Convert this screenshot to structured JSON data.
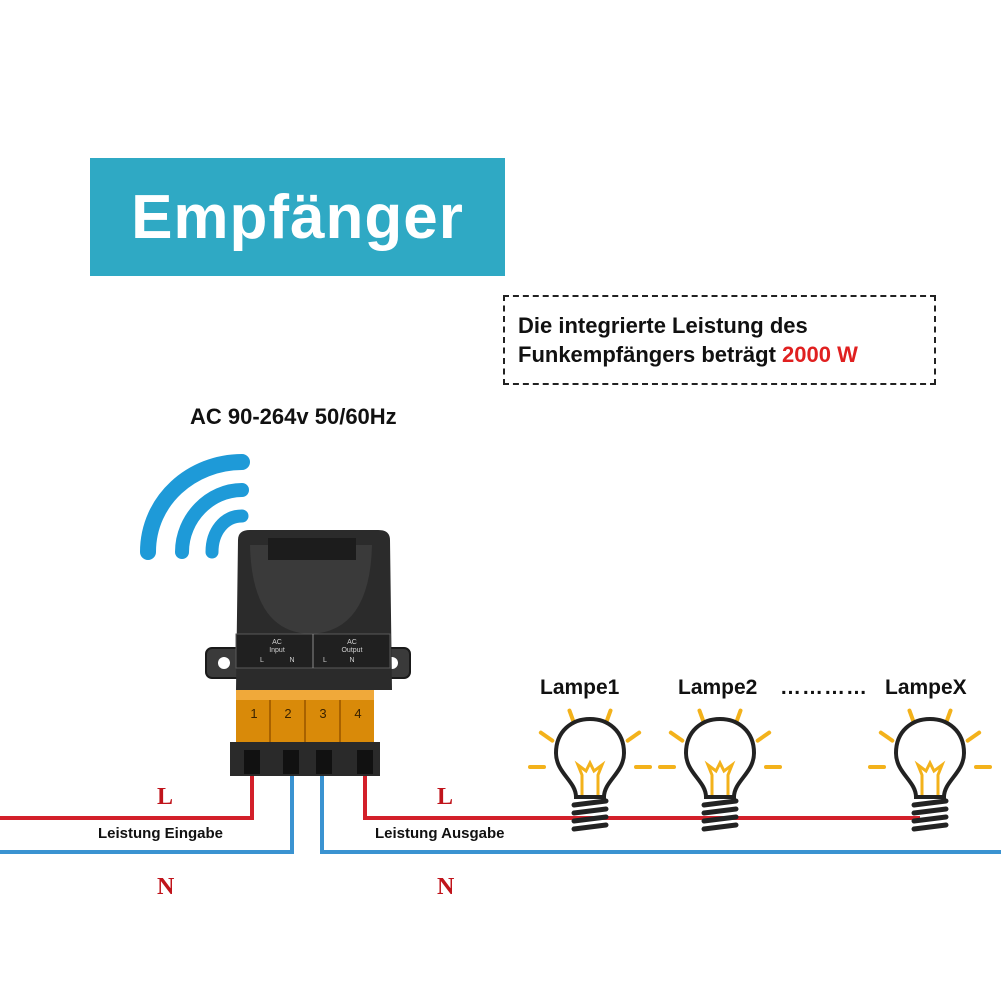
{
  "title": "Empfänger",
  "note": {
    "line1": "Die integrierte Leistung des",
    "line2_prefix": "Funkempfängers beträgt ",
    "line2_highlight": "2000 W"
  },
  "voltage": "AC 90-264v 50/60Hz",
  "lamps": {
    "lamp1": "Lampe1",
    "lamp2": "Lampe2",
    "dots": "…………",
    "lampx": "LampeX"
  },
  "wires": {
    "live": "L",
    "neutral": "N",
    "input_label": "Leistung Eingabe",
    "output_label": "Leistung Ausgabe"
  },
  "device": {
    "ac_input": "AC",
    "input_word": "Input",
    "ac_output": "AC",
    "output_word": "Output",
    "l": "L",
    "n": "N",
    "terminals": [
      "1",
      "2",
      "3",
      "4"
    ]
  },
  "colors": {
    "banner": "#2fa9c4",
    "live_wire": "#d3202a",
    "neutral_wire": "#3a93d1",
    "wifi": "#1e9ad8",
    "bulb_rays": "#f3b21b",
    "highlight": "#e02020"
  }
}
